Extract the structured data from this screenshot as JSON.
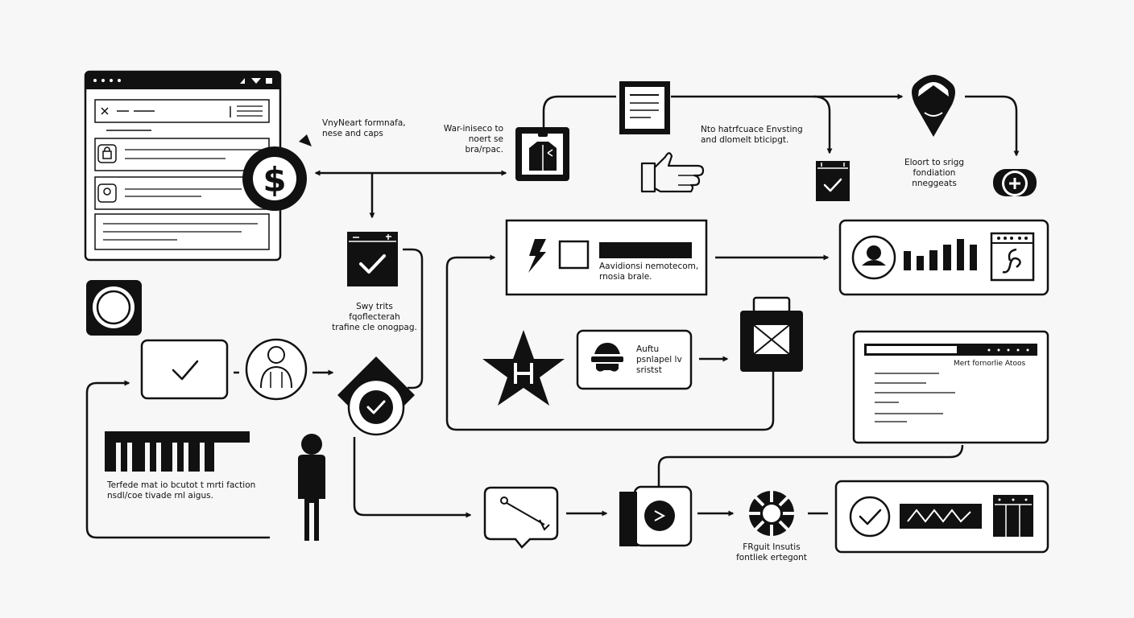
{
  "labels": {
    "l1": [
      "VnyNeart formnafa,",
      "nese and caps"
    ],
    "l2": [
      "War-iniseco to",
      "noert se bra/rpac."
    ],
    "l3": [
      "Nto hatrfcuace Envsting",
      "and dlomelt bticipgt."
    ],
    "l4": [
      "Eloort to srigg",
      "fondiation",
      "nneggeats"
    ],
    "l5": [
      "Aavidionsi nemotecom,",
      "rnosia brale."
    ],
    "l6": [
      "Swy trits",
      "fqoflecterah",
      "trafine cle onogpag."
    ],
    "l7": [
      "Auftu",
      "psnlapel lv",
      "sristst"
    ],
    "l8": [
      "Mert fornorlie Atoos"
    ],
    "l9": [
      "Terfede mat io bcutot t mrti faction",
      "nsdl/coe tivade rnl aigus."
    ],
    "l10": [
      "FRguit Insutis",
      "fontliek ertegont"
    ]
  },
  "icons": [
    "dollar-icon",
    "user-icon",
    "person-icon",
    "checkmark-icon",
    "calendar-check-icon",
    "document-icon",
    "jacket-icon",
    "hand-pointing-icon",
    "calendar-icon",
    "map-pin-face-icon",
    "plus-icon",
    "lightning-icon",
    "bar-chart-icon",
    "star-icon",
    "hat-icon",
    "envelope-icon",
    "chat-bubble-icon",
    "terminal-icon",
    "gear-icon",
    "waveform-icon"
  ]
}
